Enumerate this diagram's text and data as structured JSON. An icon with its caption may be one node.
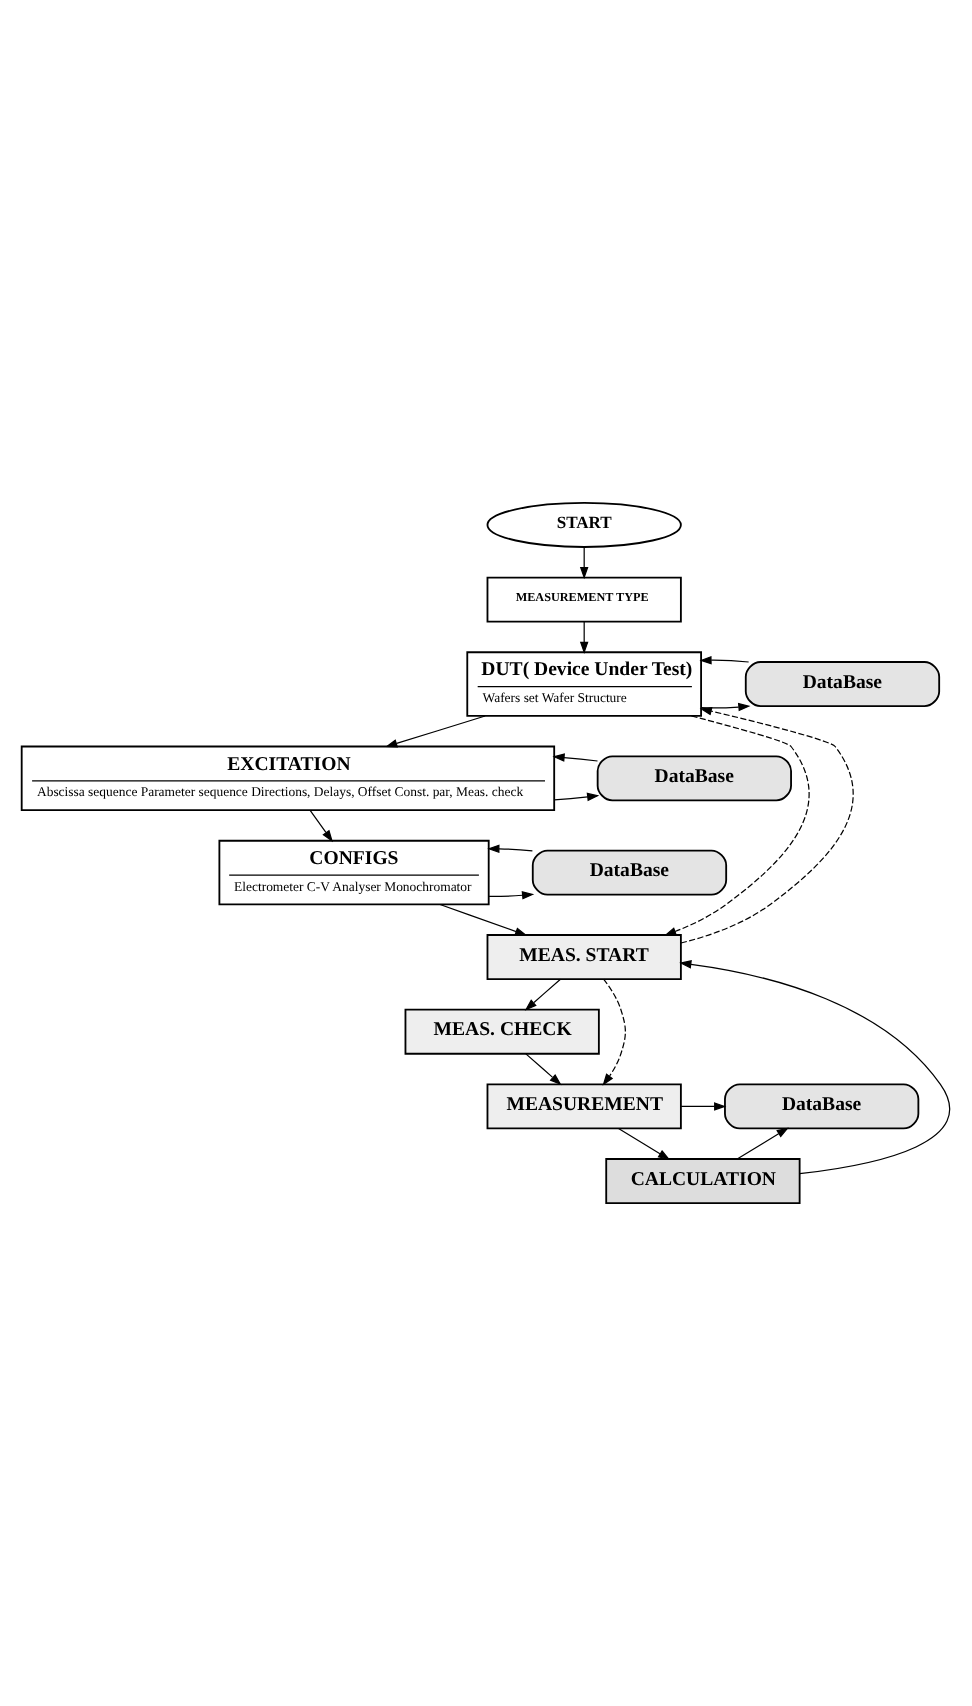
{
  "diagram": {
    "nodes": [
      {
        "text": [
          "START"
        ]
      },
      {
        "text": [
          "MEASUREMENT TYPE"
        ]
      },
      {
        "text": [
          "DUT( Device Under Test)",
          "Wafers set Wafer Structure"
        ]
      },
      {
        "text": [
          "DataBase"
        ]
      },
      {
        "text": [
          "EXCITATION",
          "Abscissa sequence Parameter sequence Directions, Delays, Offset Const. par, Meas. check"
        ]
      },
      {
        "text": [
          "DataBase"
        ]
      },
      {
        "text": [
          "CONFIGS",
          "Electrometer C-V Analyser Monochromator"
        ]
      },
      {
        "text": [
          "DataBase"
        ]
      },
      {
        "text": [
          "MEAS. START"
        ]
      },
      {
        "text": [
          "MEAS. CHECK"
        ]
      },
      {
        "text": [
          "MEASUREMENT"
        ]
      },
      {
        "text": [
          "CALCULATION"
        ]
      },
      {
        "text": [
          "DataBase"
        ]
      }
    ],
    "edges": [
      {
        "from": 0,
        "to": 1,
        "arrow": "to"
      },
      {
        "from": 1,
        "to": 2,
        "arrow": "to"
      },
      {
        "from": 2,
        "to": 3,
        "arrow": "to"
      },
      {
        "from": 3,
        "to": 2,
        "arrow": "to"
      },
      {
        "from": 2,
        "to": 4,
        "arrow": "to"
      },
      {
        "from": 4,
        "to": 5,
        "arrow": "to"
      },
      {
        "from": 5,
        "to": 4,
        "arrow": "to"
      },
      {
        "from": 4,
        "to": 6,
        "arrow": "to"
      },
      {
        "from": 6,
        "to": 7,
        "arrow": "to"
      },
      {
        "from": 7,
        "to": 6,
        "arrow": "to"
      },
      {
        "from": 6,
        "to": 8,
        "arrow": "to"
      },
      {
        "from": 8,
        "to": 2,
        "arrow": "to",
        "style": "dashed"
      },
      {
        "from": 2,
        "to": 8,
        "arrow": "to",
        "style": "dashed"
      },
      {
        "from": 8,
        "to": 9,
        "arrow": "to"
      },
      {
        "from": 8,
        "to": 10,
        "arrow": "to",
        "style": "dashed"
      },
      {
        "from": 9,
        "to": 10,
        "arrow": "to"
      },
      {
        "from": 10,
        "to": 11,
        "arrow": "to"
      },
      {
        "from": 10,
        "to": 12,
        "arrow": "to"
      },
      {
        "from": 11,
        "to": 12,
        "arrow": "to"
      },
      {
        "from": 11,
        "to": 8,
        "arrow": "to"
      }
    ]
  }
}
